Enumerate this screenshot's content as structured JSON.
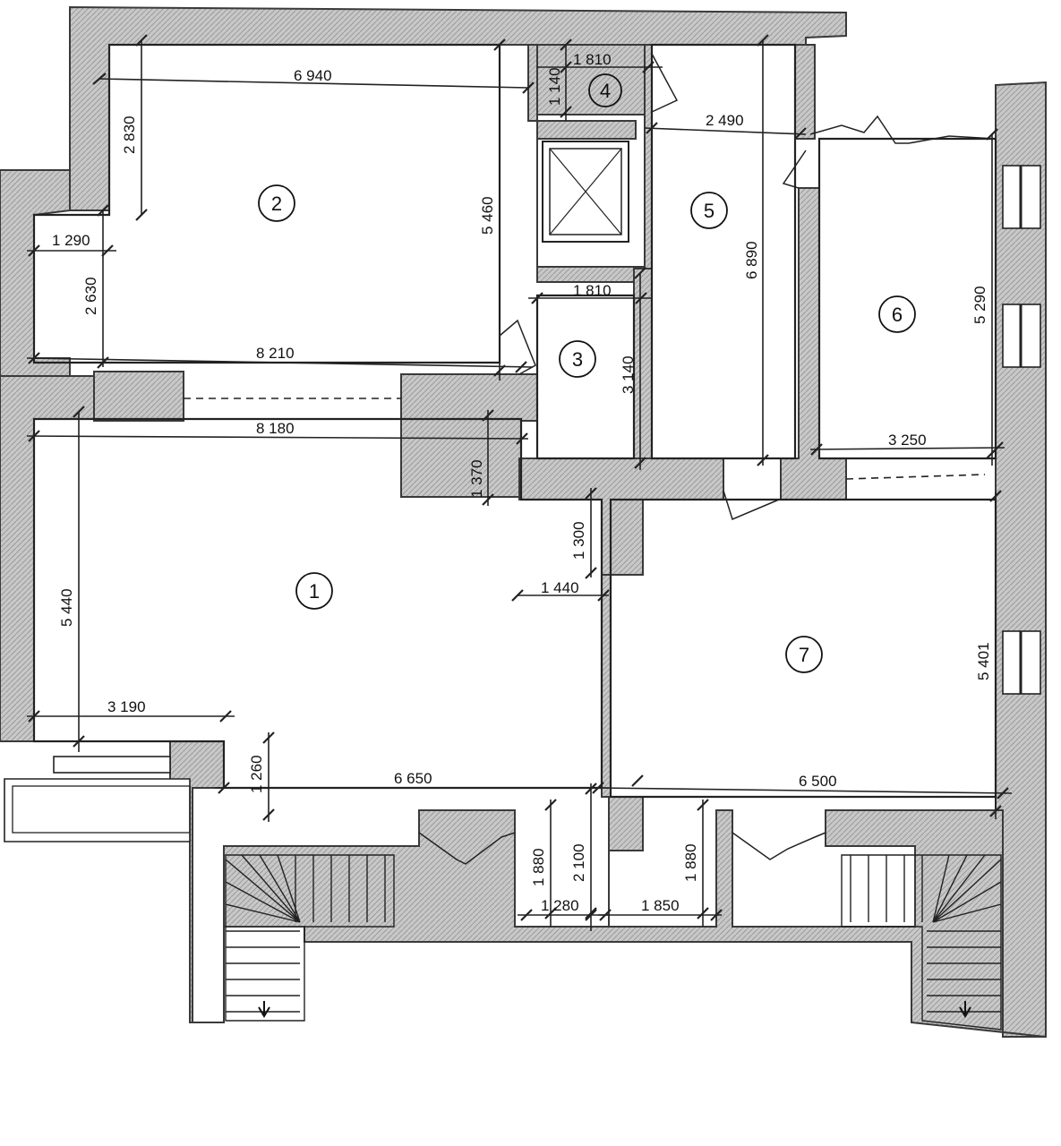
{
  "rooms": [
    {
      "id": "room-1",
      "label": "1"
    },
    {
      "id": "room-2",
      "label": "2"
    },
    {
      "id": "room-3",
      "label": "3"
    },
    {
      "id": "room-4",
      "label": "4"
    },
    {
      "id": "room-5",
      "label": "5"
    },
    {
      "id": "room-6",
      "label": "6"
    },
    {
      "id": "room-7",
      "label": "7"
    }
  ],
  "dimensions": {
    "d6940": "6 940",
    "d2830": "2 830",
    "d5460": "5 460",
    "d1290": "1 290",
    "d2630": "2 630",
    "d8210": "8 210",
    "d1810a": "1 810",
    "d1140": "1 140",
    "d2490": "2 490",
    "d6890": "6 890",
    "d5290": "5 290",
    "d1810b": "1 810",
    "d3140": "3 140",
    "d8180": "8 180",
    "d1370": "1 370",
    "d3250": "3 250",
    "d1300": "1 300",
    "d1440": "1 440",
    "d5440": "5 440",
    "d5401": "5 401",
    "d3190": "3 190",
    "d1260": "1 260",
    "d6650": "6 650",
    "d6500": "6 500",
    "d1880a": "1 880",
    "d2100": "2 100",
    "d1280": "1 280",
    "d1850": "1 850",
    "d1880b": "1 880"
  }
}
